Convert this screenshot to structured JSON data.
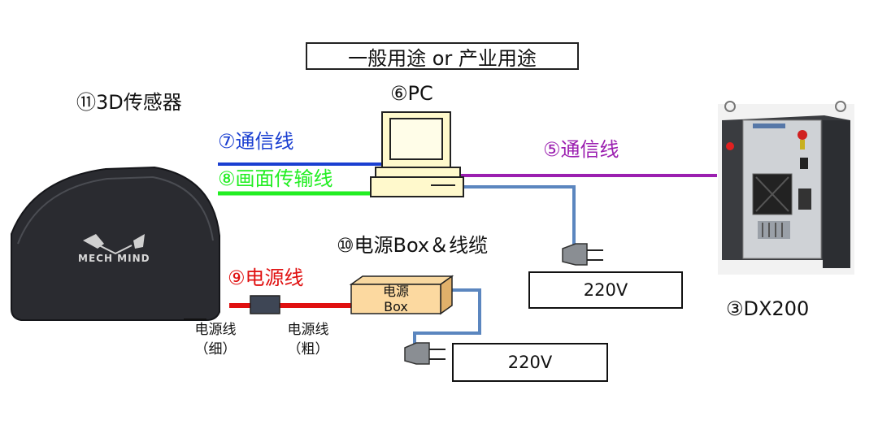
{
  "title": "一般用途 or 产业用途",
  "sensor": {
    "label": "⑪3D传感器",
    "logo": "MECH MIND"
  },
  "pc": {
    "label": "⑥PC"
  },
  "controller": {
    "label": "③DX200"
  },
  "links": {
    "comm_left": "⑦通信线",
    "video": "⑧画面传输线",
    "comm_right": "⑤通信线",
    "power_line": "⑨电源线",
    "power_box_label": "⑩电源Box＆线缆"
  },
  "power_box": {
    "line1": "电源",
    "line2": "Box"
  },
  "cable_notes": {
    "thin_line1": "电源线",
    "thin_line2": "（细）",
    "thick_line1": "电源线",
    "thick_line2": "（粗）"
  },
  "outlets": {
    "upper": "220V",
    "lower": "220V"
  },
  "colors": {
    "blue_link": "#1a3fd1",
    "green_link": "#22ee22",
    "purple_link": "#9b1fb0",
    "red_link": "#e01010",
    "power_cable": "#5b86bf"
  }
}
